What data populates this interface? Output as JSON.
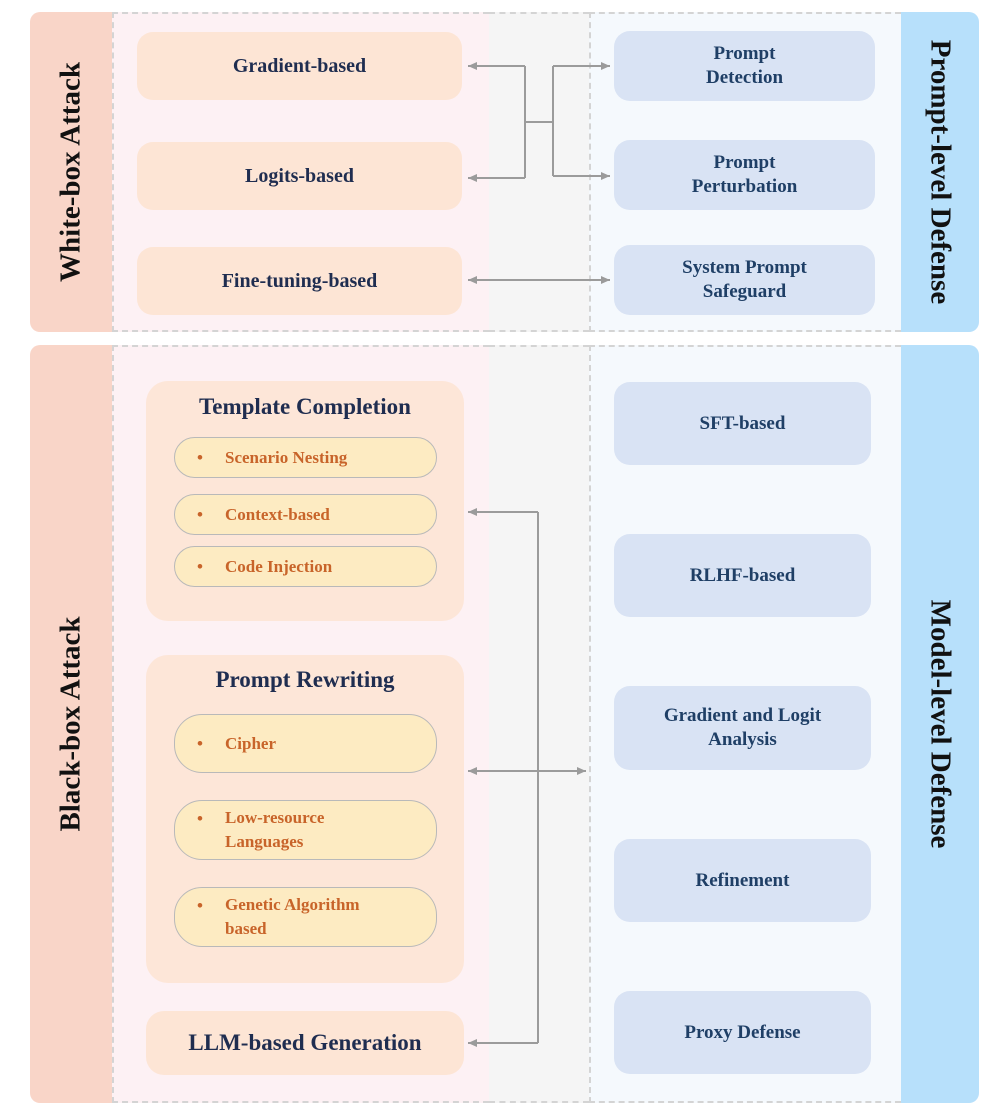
{
  "left_bars": {
    "white_box": "White-box Attack",
    "black_box": "Black-box Attack"
  },
  "right_bars": {
    "prompt_level": "Prompt-level Defense",
    "model_level": "Model-level Defense"
  },
  "white_box_attacks": [
    "Gradient-based",
    "Logits-based",
    "Fine-tuning-based"
  ],
  "prompt_defenses": [
    "Prompt\nDetection",
    "Prompt\nPerturbation",
    "System Prompt\nSafeguard"
  ],
  "template_completion": {
    "title": "Template Completion",
    "bullet": "•",
    "items": [
      "Scenario Nesting",
      "Context-based",
      "Code Injection"
    ]
  },
  "prompt_rewriting": {
    "title": "Prompt Rewriting",
    "bullet": "•",
    "items": [
      "Cipher",
      "Low-resource\nLanguages",
      "Genetic Algorithm\nbased"
    ]
  },
  "llm_generation": "LLM-based Generation",
  "model_defenses": [
    "SFT-based",
    "RLHF-based",
    "Gradient and Logit\nAnalysis",
    "Refinement",
    "Proxy Defense"
  ],
  "colors": {
    "attack_bar": "#f9d5c8",
    "defense_bar": "#b7e0fb",
    "attack_box": "#fde5d5",
    "defense_box": "#d9e3f4",
    "subitem": "#fdebc2",
    "subitem_text": "#c8642a",
    "arrow": "#9b9b9b"
  }
}
